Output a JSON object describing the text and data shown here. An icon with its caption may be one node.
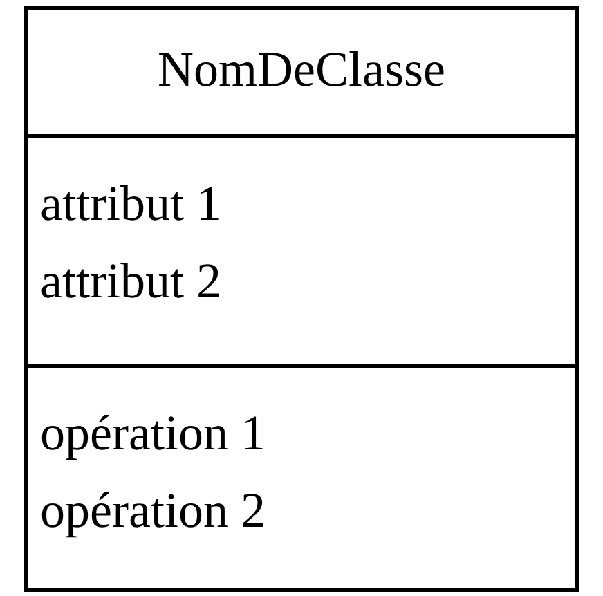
{
  "diagram": {
    "nodes": [
      {
        "text": [
          "NomDeClasse"
        ]
      },
      {
        "text": [
          "attribut 1",
          "attribut 2"
        ],
        "in": 0
      },
      {
        "text": [
          "opération 1",
          "opération 2"
        ],
        "in": 0
      }
    ]
  }
}
